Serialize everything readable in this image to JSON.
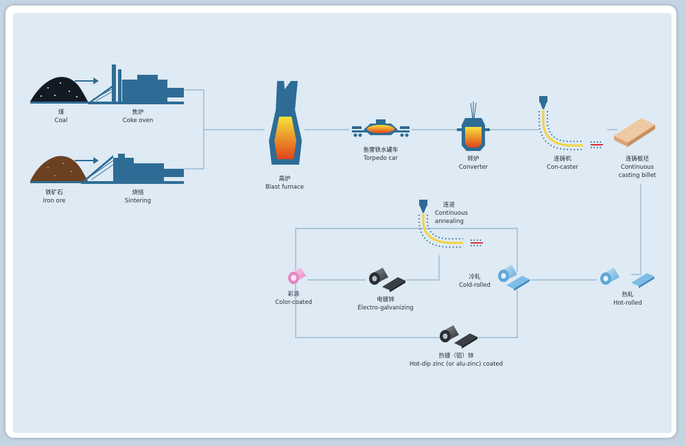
{
  "nodes": {
    "coal": {
      "cn": "煤",
      "en": "Coal"
    },
    "coke_oven": {
      "cn": "焦炉",
      "en": "Coke oven"
    },
    "iron_ore": {
      "cn": "铁矿石",
      "en": "Iron ore"
    },
    "sintering": {
      "cn": "烧结",
      "en": "Sintering"
    },
    "blast_furnace": {
      "cn": "高炉",
      "en": "Blast furnace"
    },
    "torpedo_car": {
      "cn": "鱼雷铁水罐车",
      "en": "Torpedo car"
    },
    "converter": {
      "cn": "转炉",
      "en": "Converter"
    },
    "con_caster": {
      "cn": "连铸机",
      "en": "Con-caster"
    },
    "casting_billet": {
      "cn": "连铸板坯",
      "en1": "Continuous",
      "en2": "casting billet"
    },
    "annealing": {
      "cn": "连退",
      "en1": "Continuous",
      "en2": "annealing"
    },
    "color_coated": {
      "cn": "彩涂",
      "en": "Color-coated"
    },
    "electro_galvanizing": {
      "cn": "电镀锌",
      "en": "Electro-galvanizing"
    },
    "cold_rolled": {
      "cn": "冷轧",
      "en": "Cold-rolled"
    },
    "hot_rolled": {
      "cn": "热轧",
      "en": "Hot-rolled"
    },
    "hot_dip": {
      "cn": "热镀（铝）锌",
      "en": "Hot-dip zinc (or alu-zinc) coated"
    }
  },
  "colors": {
    "line": "#8fb0c8",
    "equipment": "#2e6c96",
    "coal": "#141a24",
    "ore": "#6b4122",
    "molten_top": "#f7e23a",
    "molten_bottom": "#e0441c",
    "billet": "#e7b98f",
    "coil_blue": "#8cc6ea",
    "coil_pink": "#f2a8d8",
    "coil_dark": "#3a3f45"
  }
}
